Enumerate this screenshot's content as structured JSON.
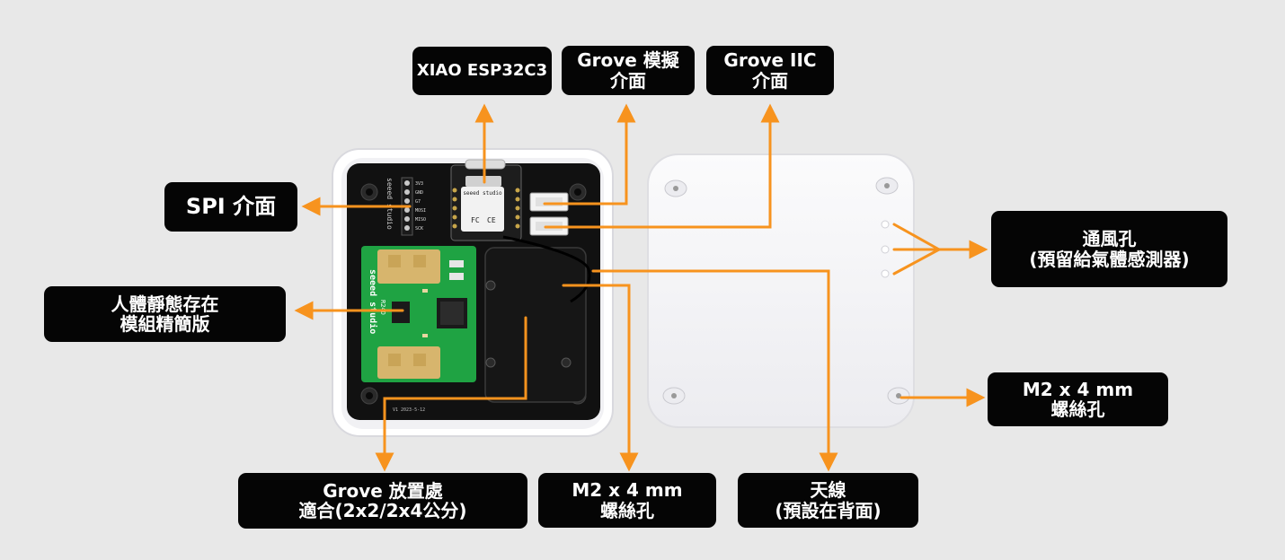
{
  "labels": {
    "xiao": {
      "lines": [
        "XIAO ESP32C3"
      ]
    },
    "grove_analog": {
      "lines": [
        "Grove 模擬",
        "介面"
      ]
    },
    "grove_iic": {
      "lines": [
        "Grove IIC",
        "介面"
      ]
    },
    "spi": {
      "lines": [
        "SPI 介面"
      ]
    },
    "human_presence": {
      "lines": [
        "人體靜態存在",
        "模組精簡版"
      ]
    },
    "vent": {
      "lines": [
        "通風孔",
        "(預留給氣體感測器)"
      ]
    },
    "m2_screw_right": {
      "lines": [
        "M2 x 4 mm",
        "螺絲孔"
      ]
    },
    "grove_place": {
      "lines": [
        "Grove 放置處",
        "適合(2x2/2x4公分)"
      ]
    },
    "m2_screw_bottom": {
      "lines": [
        "M2 x 4 mm",
        "螺絲孔"
      ]
    },
    "antenna": {
      "lines": [
        "天線",
        "(預設在背面)"
      ]
    }
  },
  "board_text": {
    "xiao_chip_brand": "seeed studio",
    "xiao_chip_mark": "CE",
    "fcc_mark": "FC",
    "pin_labels": [
      "3V3",
      "GND",
      "G7",
      "MOSI",
      "MISO",
      "SCK"
    ],
    "radar_brand": "seeed studio",
    "radar_model": "R24D",
    "pcb_date": "V1  2023-5-12",
    "side_brand": "seeed studio"
  },
  "colors": {
    "arrow": "#f7931e",
    "label_bg": "#050505",
    "label_text": "#ffffff",
    "pcb": "#111111",
    "radar_pcb": "#1fa343",
    "antenna_patch": "#d7b56d",
    "case": "#f4f4f6",
    "background": "#e8e8e8"
  }
}
